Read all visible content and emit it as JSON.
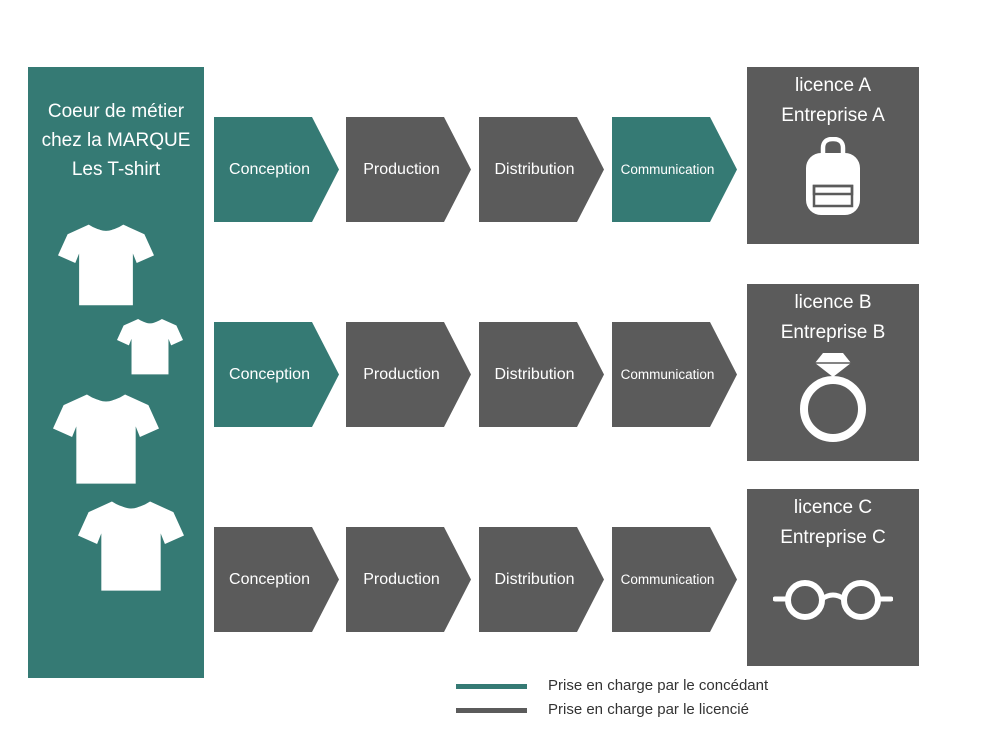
{
  "core": {
    "title_lines": [
      "Coeur de métier",
      "chez la MARQUE",
      "Les T-shirt"
    ],
    "icons": [
      "tshirt-icon",
      "tshirt-icon",
      "tshirt-icon",
      "tshirt-icon"
    ]
  },
  "rows": [
    {
      "steps": [
        {
          "label": "Conception",
          "owner": "concédant"
        },
        {
          "label": "Production",
          "owner": "licencié"
        },
        {
          "label": "Distribution",
          "owner": "licencié"
        },
        {
          "label": "Communication",
          "owner": "concédant"
        }
      ],
      "licence": {
        "line1": "licence A",
        "line2": "Entreprise A",
        "icon": "backpack-icon"
      }
    },
    {
      "steps": [
        {
          "label": "Conception",
          "owner": "concédant"
        },
        {
          "label": "Production",
          "owner": "licencié"
        },
        {
          "label": "Distribution",
          "owner": "licencié"
        },
        {
          "label": "Communication",
          "owner": "licencié"
        }
      ],
      "licence": {
        "line1": "licence B",
        "line2": "Entreprise B",
        "icon": "ring-icon"
      }
    },
    {
      "steps": [
        {
          "label": "Conception",
          "owner": "licencié"
        },
        {
          "label": "Production",
          "owner": "licencié"
        },
        {
          "label": "Distribution",
          "owner": "licencié"
        },
        {
          "label": "Communication",
          "owner": "licencié"
        }
      ],
      "licence": {
        "line1": "licence C",
        "line2": "Entreprise C",
        "icon": "glasses-icon"
      }
    }
  ],
  "legend": [
    {
      "label": "Prise en charge par le concédant",
      "color": "#357a74"
    },
    {
      "label": "Prise en charge par le licencié",
      "color": "#5b5b5b"
    }
  ],
  "colors": {
    "concedant": "#357a74",
    "licencie": "#5b5b5b",
    "background": "#ffffff"
  }
}
